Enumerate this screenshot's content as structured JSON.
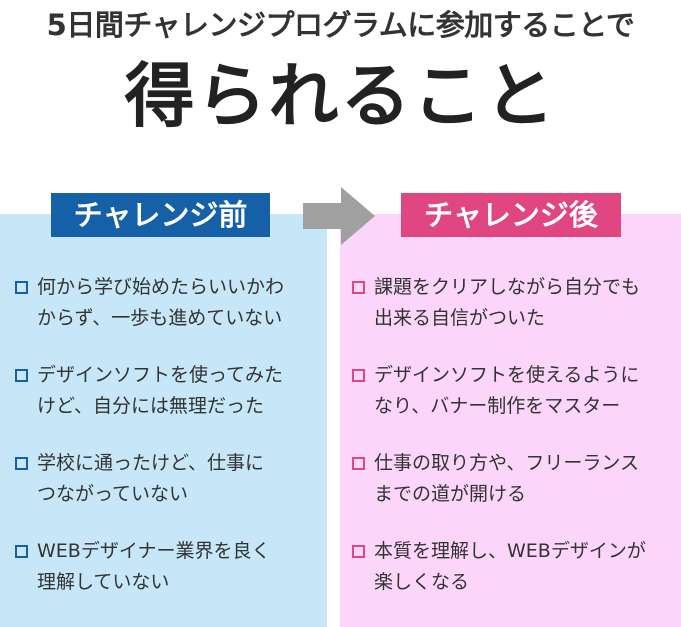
{
  "header": {
    "subtitle": "5日間チャレンジプログラムに参加することで",
    "title": "得られること"
  },
  "before": {
    "label": "チャレンジ前",
    "items": [
      {
        "line1": "何から学び始めたらいいかわ",
        "line2": "からず、一歩も進めていない"
      },
      {
        "line1": "デザインソフトを使ってみた",
        "line2": "けど、自分には無理だった"
      },
      {
        "line1": "学校に通ったけど、仕事に",
        "line2": "つながっていない"
      },
      {
        "line1": "WEBデザイナー業界を良く",
        "line2": "理解していない"
      }
    ]
  },
  "after": {
    "label": "チャレンジ後",
    "items": [
      {
        "line1": "課題をクリアしながら自分でも",
        "line2": "出来る自信がついた"
      },
      {
        "line1": "デザインソフトを使えるように",
        "line2": "なり、バナー制作をマスター"
      },
      {
        "line1": "仕事の取り方や、フリーランス",
        "line2": "までの道が開ける"
      },
      {
        "line1": "本質を理解し、WEBデザインが",
        "line2": "楽しくなる"
      }
    ]
  },
  "colors": {
    "before_accent": "#1560a6",
    "before_panel": "#c7e7f8",
    "after_accent": "#e0467f",
    "after_panel": "#fbd6fa",
    "arrow": "#a0a0a0"
  },
  "icons": {
    "checkbox": "square-outline-icon",
    "arrow": "arrow-right-icon"
  }
}
